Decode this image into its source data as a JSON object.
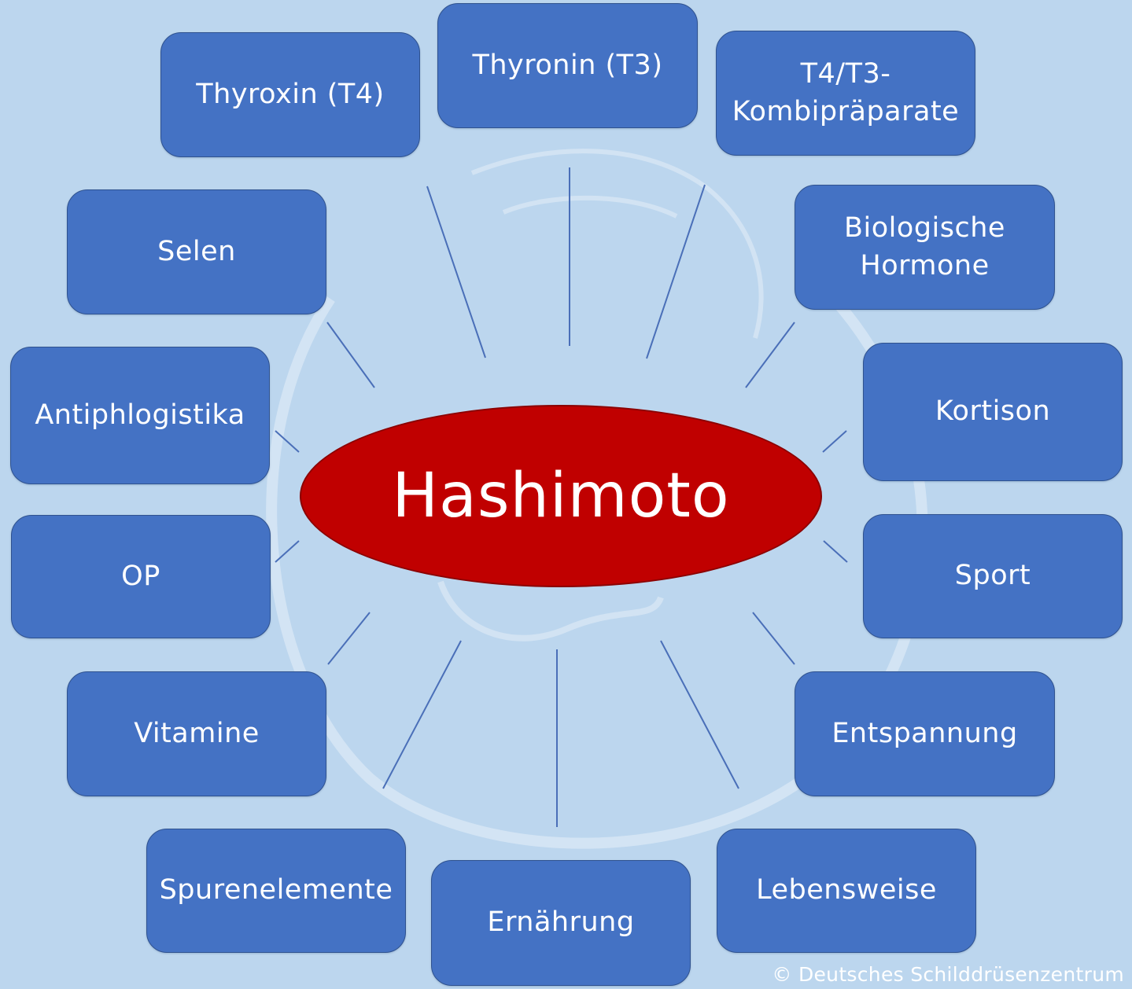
{
  "center": {
    "label": "Hashimoto"
  },
  "nodes": [
    {
      "id": "thyroxin-t4",
      "label": "Thyroxin (T4)"
    },
    {
      "id": "thyronin-t3",
      "label": "Thyronin (T3)"
    },
    {
      "id": "t4-t3-kombipraeparate",
      "label": "T4/T3-\nKombipräparate"
    },
    {
      "id": "biologische-hormone",
      "label": "Biologische\nHormone"
    },
    {
      "id": "kortison",
      "label": "Kortison"
    },
    {
      "id": "sport",
      "label": "Sport"
    },
    {
      "id": "entspannung",
      "label": "Entspannung"
    },
    {
      "id": "lebensweise",
      "label": "Lebensweise"
    },
    {
      "id": "ernaehrung",
      "label": "Ernährung"
    },
    {
      "id": "spurenelemente",
      "label": "Spurenelemente"
    },
    {
      "id": "vitamine",
      "label": "Vitamine"
    },
    {
      "id": "op",
      "label": "OP"
    },
    {
      "id": "antiphlogistika",
      "label": "Antiphlogistika"
    },
    {
      "id": "selen",
      "label": "Selen"
    }
  ],
  "copyright": "© Deutsches Schilddrüsenzentrum",
  "colors": {
    "background": "#bcd6ee",
    "node_fill": "#4472c4",
    "node_border": "#2f528f",
    "center_fill": "#c00000",
    "connector": "#4a6fb8",
    "watermark": "#d8e7f5"
  }
}
